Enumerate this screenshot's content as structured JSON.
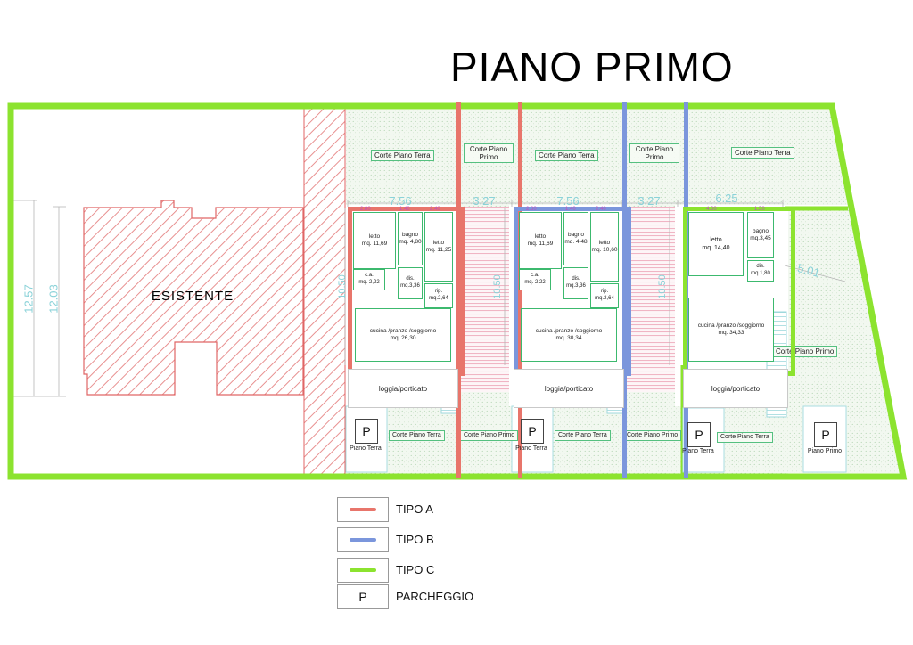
{
  "title": "PIANO PRIMO",
  "existing_building": {
    "label": "ESISTENTE"
  },
  "corte": {
    "terra": "Corte Piano Terra",
    "primo": "Corte Piano Primo"
  },
  "dimensions": {
    "left_outer": "12.57",
    "left_inner": "12.03",
    "top": [
      "7.56",
      "3.27",
      "7.56",
      "3.27",
      "6.25"
    ],
    "diagonal_right": "5.01",
    "unit_height": "10.50"
  },
  "units": [
    {
      "tipo": "TIPO A",
      "top_dims": [
        "2.80",
        "1.40",
        "2.40"
      ],
      "rooms": [
        {
          "n": "letto",
          "a": "mq. 11,69"
        },
        {
          "n": "bagno",
          "a": "mq. 4,80"
        },
        {
          "n": "letto",
          "a": "mq. 11,25"
        },
        {
          "n": "c.a.",
          "a": "mq. 2,22"
        },
        {
          "n": "dis.",
          "a": "mq.3,36"
        },
        {
          "n": "rip.",
          "a": "mq.2,64"
        },
        {
          "n": "cucina /pranzo /soggiorno",
          "a": "mq. 26,30"
        }
      ],
      "loggia": "loggia/porticato"
    },
    {
      "tipo": "TIPO B",
      "top_dims": [
        "2.80",
        "1.40",
        "2.40"
      ],
      "rooms": [
        {
          "n": "letto",
          "a": "mq. 11,69"
        },
        {
          "n": "bagno",
          "a": "mq. 4,48"
        },
        {
          "n": "letto",
          "a": "mq. 10,60"
        },
        {
          "n": "c.a.",
          "a": "mq. 2,22"
        },
        {
          "n": "dis.",
          "a": "mq.3,36"
        },
        {
          "n": "rip.",
          "a": "mq.2,64"
        },
        {
          "n": "cucina /pranzo /soggiorno",
          "a": "mq. 30,34"
        }
      ],
      "loggia": "loggia/porticato"
    },
    {
      "tipo": "TIPO C",
      "top_dims": [
        "4.00",
        "1.50"
      ],
      "rooms": [
        {
          "n": "letto",
          "a": "mq. 14,40"
        },
        {
          "n": "bagno",
          "a": "mq.3,45"
        },
        {
          "n": "dis.",
          "a": "mq.1,80"
        },
        {
          "n": "cucina /pranzo /soggiorno",
          "a": "mq. 34,33"
        }
      ],
      "loggia": "loggia/porticato"
    }
  ],
  "parking": {
    "symbol": "P",
    "spots": [
      {
        "label": "Piano Terra"
      },
      {
        "label": "Piano Terra"
      },
      {
        "label": "Piano Terra"
      },
      {
        "label": "Piano Primo"
      }
    ]
  },
  "legend": [
    {
      "label": "TIPO A",
      "color": "#e8756b"
    },
    {
      "label": "TIPO B",
      "color": "#7b96dc"
    },
    {
      "label": "TIPO C",
      "color": "#8ce32f"
    },
    {
      "label": "PARCHEGGIO",
      "symbol": "P"
    }
  ],
  "colors": {
    "tipo_a": "#e8756b",
    "tipo_b": "#7b96dc",
    "tipo_c": "#8ce32f",
    "dimension_text": "#8ad2d8",
    "hatch_red": "#e89090",
    "room_line": "#3cb96e",
    "small_dim": "#c050c0"
  }
}
